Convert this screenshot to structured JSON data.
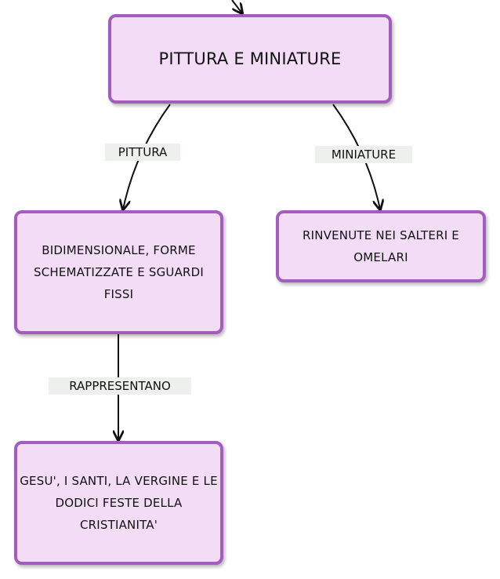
{
  "nodes": {
    "root": "PITTURA E MINIATURE",
    "pittura_desc": "BIDIMENSIONALE, FORME SCHEMATIZZATE E SGUARDI FISSI",
    "miniature_desc": "RINVENUTE NEI SALTERI E OMELARI",
    "subjects": "GESU', I SANTI, LA VERGINE E LE DODICI FESTE DELLA CRISTIANITA'"
  },
  "edges": {
    "pittura": "PITTURA",
    "miniature": "MINIATURE",
    "rappresentano": "RAPPRESENTANO"
  },
  "colors": {
    "node_fill": "#f2dcf6",
    "node_border": "#a35dbf",
    "edge_label_bg": "#eef0ee",
    "line": "#111111"
  }
}
